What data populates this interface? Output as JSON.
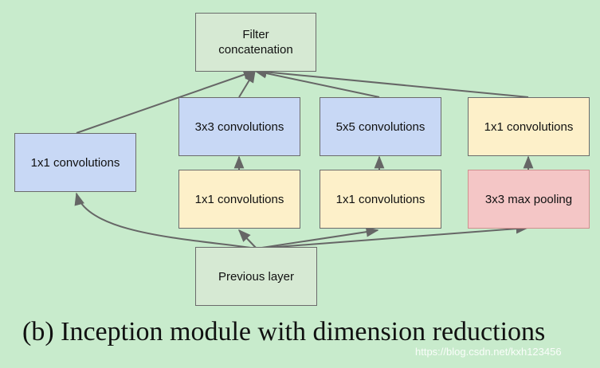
{
  "nodes": {
    "filter_concat": {
      "label": "Filter\nconcatenation"
    },
    "conv1x1_left": {
      "label": "1x1 convolutions"
    },
    "conv3x3": {
      "label": "3x3 convolutions"
    },
    "conv5x5": {
      "label": "5x5 convolutions"
    },
    "conv1x1_pool_proj": {
      "label": "1x1 convolutions"
    },
    "conv1x1_reduce_3x3": {
      "label": "1x1 convolutions"
    },
    "conv1x1_reduce_5x5": {
      "label": "1x1 convolutions"
    },
    "maxpool3x3": {
      "label": "3x3 max pooling"
    },
    "previous_layer": {
      "label": "Previous layer"
    }
  },
  "caption": "(b)  Inception module with dimension reductions",
  "watermark": "https://blog.csdn.net/kxh123456",
  "colors": {
    "background": "#c8ebcc",
    "green_node": "#d6e9d3",
    "blue_node": "#c8d8f5",
    "yellow_node": "#fdf0c9",
    "red_node": "#f4c6c6",
    "edge": "#666666"
  }
}
